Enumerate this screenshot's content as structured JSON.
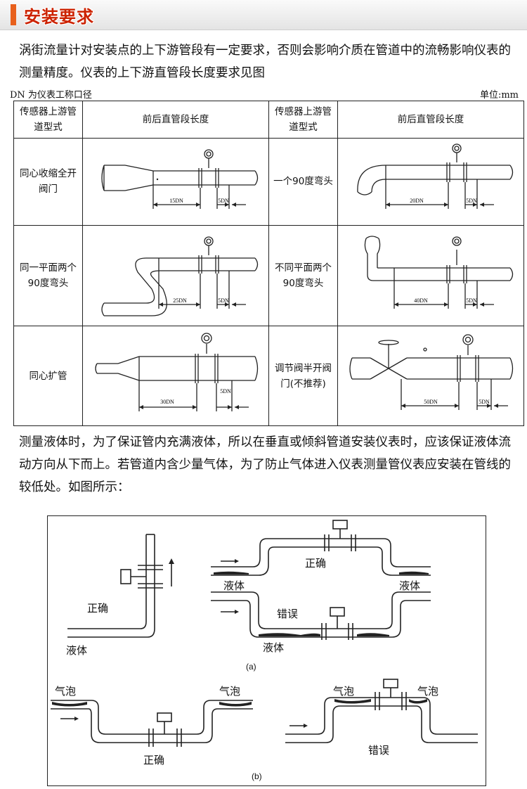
{
  "header": {
    "title": "安装要求"
  },
  "intro": "涡街流量计对安装点的上下游管段有一定要求，否则会影响介质在管道中的流畅影响仪表的测量精度。仪表的上下游直管段长度要求见图",
  "table": {
    "dn_note": "DN 为仪表工称口径",
    "unit": "单位:mm",
    "col_headers": [
      "传感器上游管道型式",
      "前后直管段长度",
      "传感器上游管道型式",
      "前后直管段长度"
    ],
    "rows": [
      {
        "left_type": "同心收缩全开阀门",
        "left_up": "15DN",
        "left_down": "5DN",
        "right_type": "一个90度弯头",
        "right_up": "20DN",
        "right_down": "5DN"
      },
      {
        "left_type": "同一平面两个90度弯头",
        "left_up": "25DN",
        "left_down": "5DN",
        "right_type": "不同平面两个90度弯头",
        "right_up": "40DN",
        "right_down": "5DN"
      },
      {
        "left_type": "同心扩管",
        "left_up": "30DN",
        "left_down": "5DN",
        "right_type": "调节阀半开阀门(不推荐)",
        "right_up": "50DN",
        "right_down": "5DN"
      }
    ]
  },
  "para2": "测量液体时，为了保证管内充满液体，所以在垂直或倾斜管道安装仪表时，应该保证液体流动方向从下而上。若管道内含少量气体，为了防止气体进入仪表测量管仪表应安装在管线的较低处。如图所示：",
  "figure": {
    "correct": "正确",
    "wrong": "错误",
    "liquid": "液体",
    "bubble": "气泡",
    "label_a": "(a)",
    "label_b": "(b)"
  }
}
